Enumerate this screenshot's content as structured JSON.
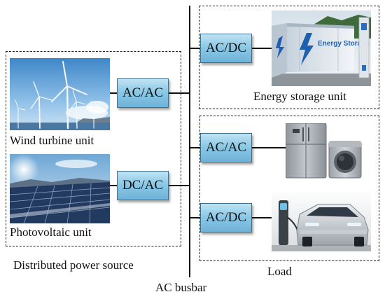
{
  "units": {
    "wind": "Wind turbine unit",
    "photovoltaic": "Photovoltaic unit",
    "energy_storage": "Energy storage unit"
  },
  "groups": {
    "distributed": "Distributed power source",
    "load": "Load"
  },
  "busbar": "AC busbar",
  "converters": {
    "wind": "AC/AC",
    "pv": "DC/AC",
    "storage": "AC/DC",
    "appliance": "AC/AC",
    "ev": "AC/DC"
  },
  "storage_text": "Energy Storage",
  "colors": {
    "converter_top": "#bfe3f3",
    "converter_bottom": "#6fb3d8",
    "line": "#111111"
  }
}
